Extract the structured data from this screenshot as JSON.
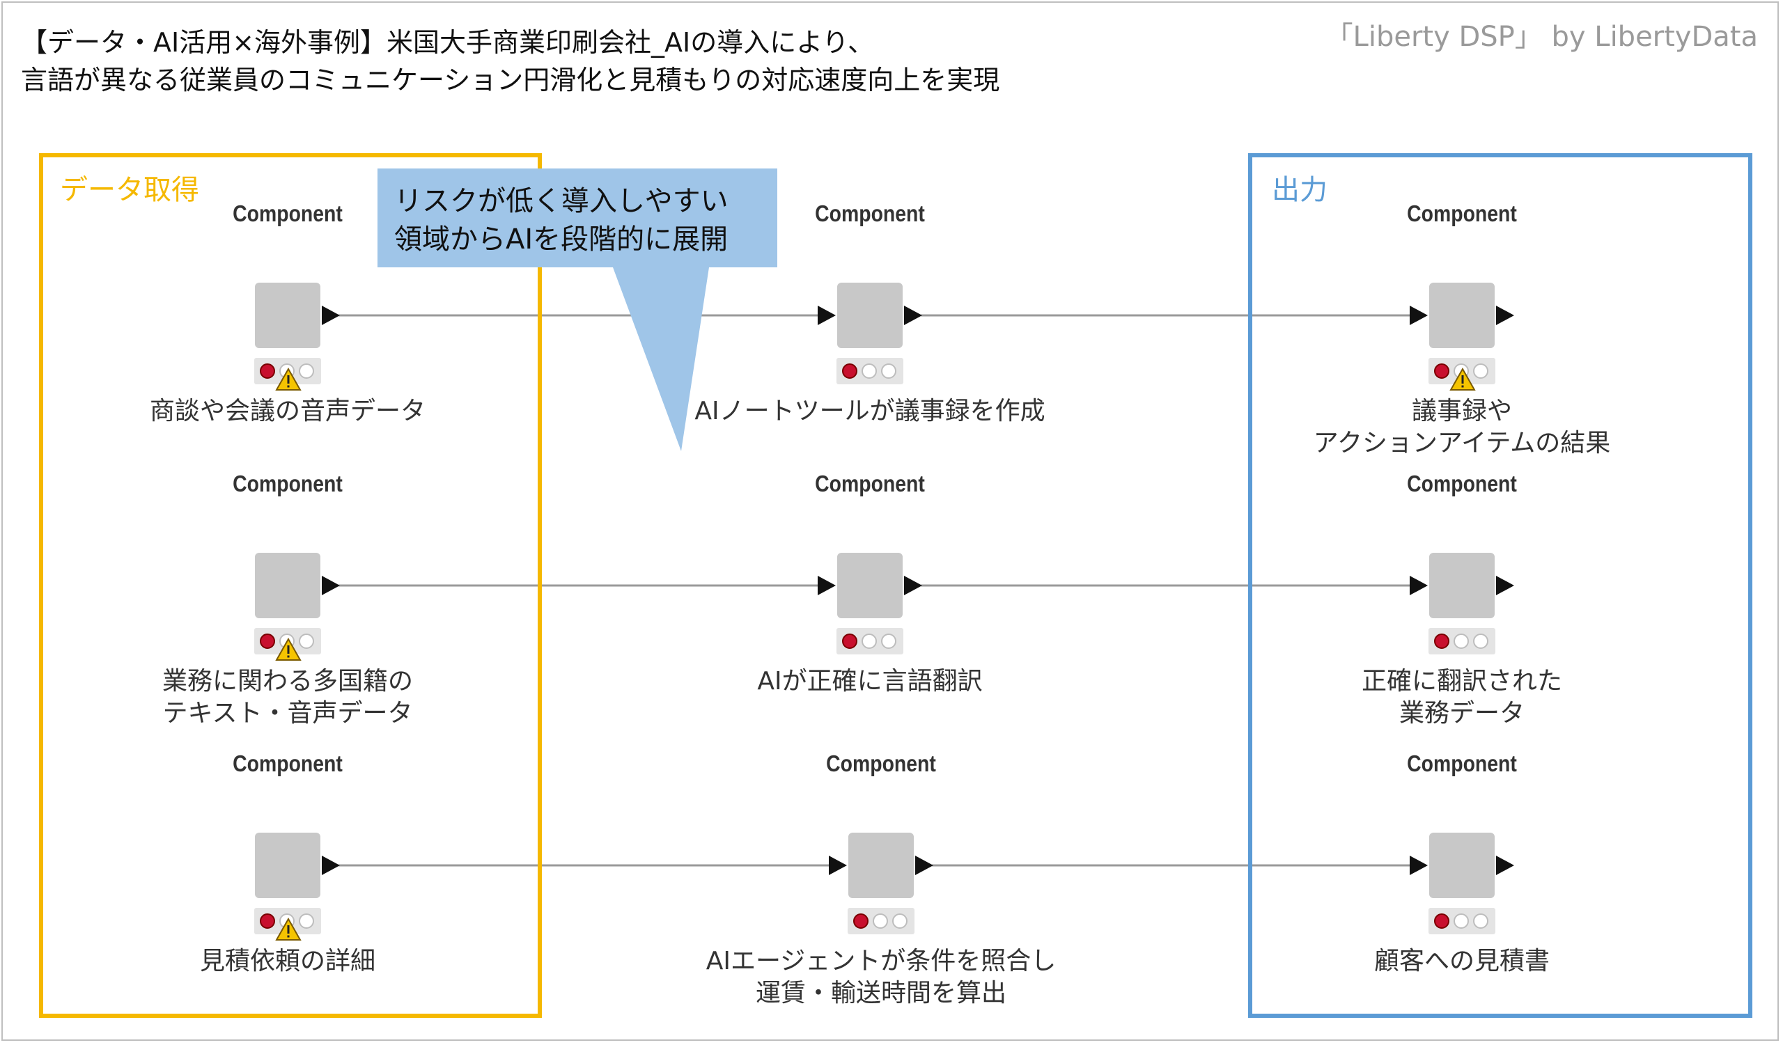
{
  "title": {
    "line1": "【データ・AI活用×海外事例】米国大手商業印刷会社_AIの導入により、",
    "line2": "言語が異なる従業員のコミュニケーション円滑化と見積もりの対応速度向上を実現"
  },
  "credit": "「Liberty DSP」 by LibertyData",
  "colors": {
    "input_region": "#f5b800",
    "output_region": "#5b9bd5",
    "callout": "#9fc5e8"
  },
  "regions": {
    "input": {
      "label": "データ取得"
    },
    "output": {
      "label": "出力"
    }
  },
  "callout": {
    "line1": "リスクが低く導入しやすい",
    "line2": "領域からAIを段階的に展開"
  },
  "component_label": "Component",
  "rows": [
    {
      "input": {
        "desc": [
          "商談や会議の音声データ"
        ],
        "warning": true
      },
      "process": {
        "desc": [
          "AIノートツールが議事録を作成"
        ],
        "warning": false
      },
      "output": {
        "desc": [
          "議事録や",
          "アクションアイテムの結果"
        ],
        "warning": true
      }
    },
    {
      "input": {
        "desc": [
          "業務に関わる多国籍の",
          "テキスト・音声データ"
        ],
        "warning": true
      },
      "process": {
        "desc": [
          "AIが正確に言語翻訳"
        ],
        "warning": false
      },
      "output": {
        "desc": [
          "正確に翻訳された",
          "業務データ"
        ],
        "warning": false
      }
    },
    {
      "input": {
        "desc": [
          "見積依頼の詳細"
        ],
        "warning": true
      },
      "process": {
        "desc": [
          "AIエージェントが条件を照合し",
          "運賃・輸送時間を算出"
        ],
        "warning": false
      },
      "output": {
        "desc": [
          "顧客への見積書"
        ],
        "warning": false
      }
    }
  ]
}
